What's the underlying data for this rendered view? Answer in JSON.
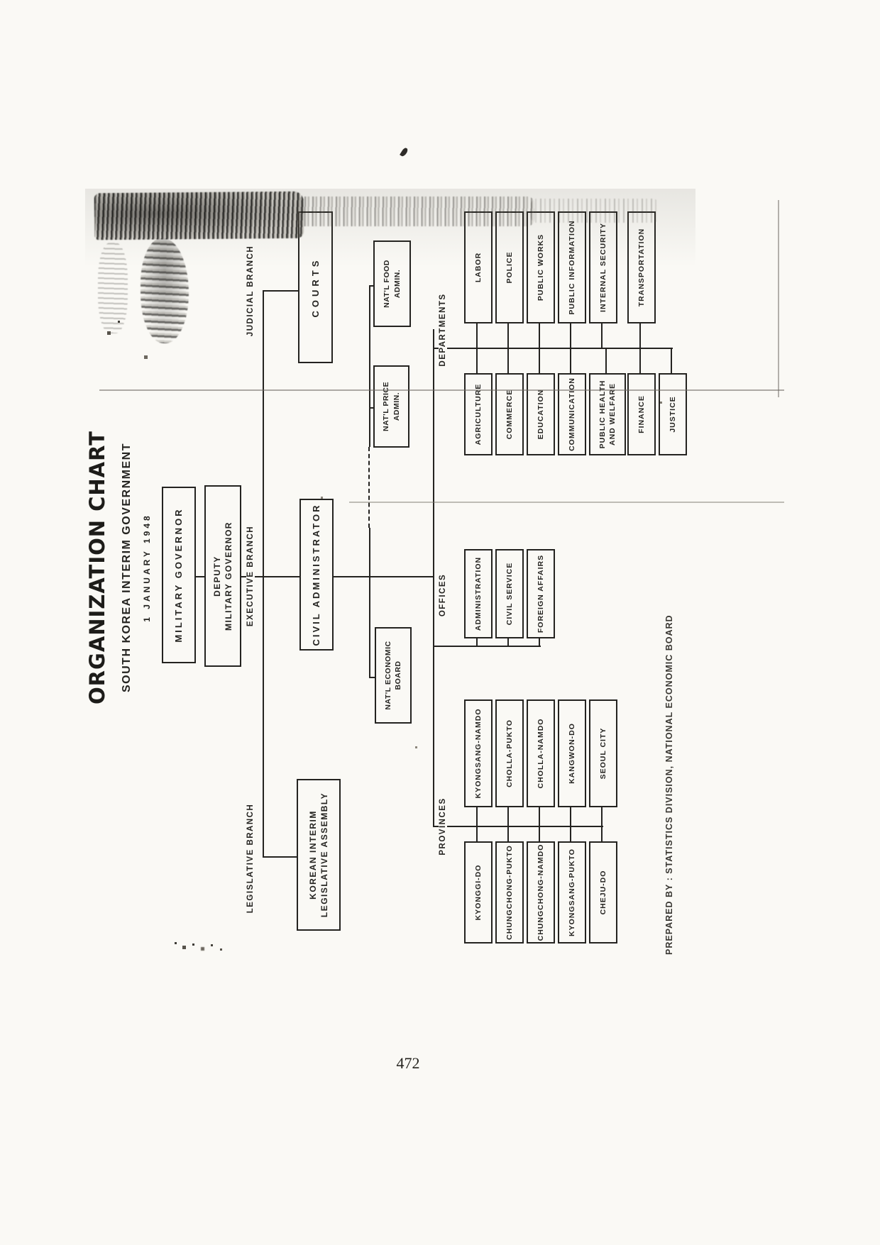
{
  "page": {
    "number": "472"
  },
  "chart": {
    "title": "ORGANIZATION CHART",
    "subtitle": "SOUTH KOREA INTERIM GOVERNMENT",
    "date": "1 JANUARY 1948",
    "military_governor": "MILITARY GOVERNOR",
    "deputy_military_governor": "DEPUTY\nMILITARY GOVERNOR",
    "branches": {
      "legislative": "LEGISLATIVE BRANCH",
      "executive": "EXECUTIVE BRANCH",
      "judicial": "JUDICIAL BRANCH"
    },
    "legislative_assembly": "KOREAN INTERIM\nLEGISLATIVE ASSEMBLY",
    "civil_administrator": "CIVIL ADMINISTRATOR",
    "courts": "COURTS",
    "national_agencies": [
      "NAT'L ECONOMIC\nBOARD",
      "NAT'L PRICE\nADMIN.",
      "NAT'L FOOD\nADMIN."
    ],
    "provinces": {
      "label": "PROVINCES",
      "left": [
        "KYONGGI-DO",
        "CHUNGCHONG-PUKTO",
        "CHUNGCHONG-NAMDO",
        "KYONGSANG-PUKTO",
        "CHEJU-DO"
      ],
      "right": [
        "KYONGSANG-NAMDO",
        "CHOLLA-PUKTO",
        "CHOLLA-NAMDO",
        "KANGWON-DO",
        "SEOUL CITY"
      ]
    },
    "offices": {
      "label": "OFFICES",
      "items": [
        "ADMINISTRATION",
        "CIVIL SERVICE",
        "FOREIGN AFFAIRS"
      ]
    },
    "departments": {
      "label": "DEPARTMENTS",
      "left": [
        "AGRICULTURE",
        "COMMERCE",
        "EDUCATION",
        "COMMUNICATION",
        "PUBLIC HEALTH\nAND WELFARE",
        "FINANCE",
        "JUSTICE"
      ],
      "right": [
        "LABOR",
        "POLICE",
        "PUBLIC WORKS",
        "PUBLIC INFORMATION",
        "INTERNAL SECURITY",
        "TRANSPORTATION"
      ]
    },
    "footer": "PREPARED BY : STATISTICS DIVISION, NATIONAL ECONOMIC BOARD",
    "ink_color": "#242320"
  }
}
